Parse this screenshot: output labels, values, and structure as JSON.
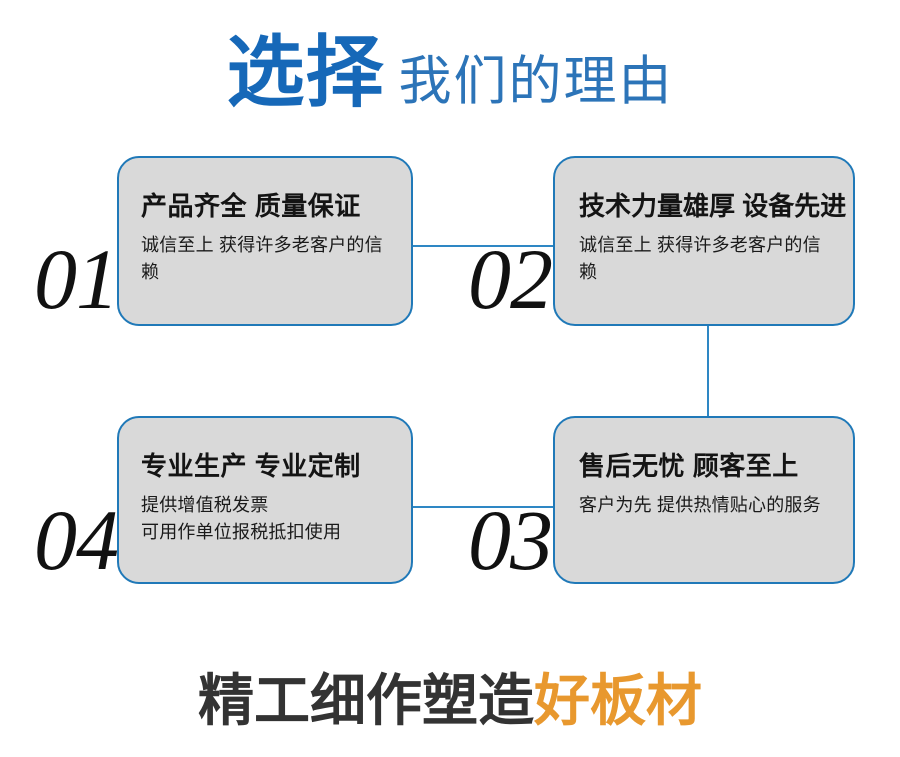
{
  "header": {
    "strong_text": "选择",
    "light_text": "我们的理由",
    "strong_color": "#1668B8",
    "light_color": "#2C74B8"
  },
  "cards": [
    {
      "number": "01",
      "title": "产品齐全 质量保证",
      "body": "诚信至上 获得许多老客户的信赖"
    },
    {
      "number": "02",
      "title": "技术力量雄厚 设备先进",
      "body": "诚信至上 获得许多老客户的信赖"
    },
    {
      "number": "03",
      "title": "售后无忧 顾客至上",
      "body": "客户为先 提供热情贴心的服务"
    },
    {
      "number": "04",
      "title": "专业生产 专业定制",
      "body": "提供增值税发票\n可用作单位报税抵扣使用"
    }
  ],
  "footer": {
    "dark_text": "精工细作塑造",
    "accent_text": "好板材",
    "dark_color": "#333333",
    "accent_color": "#E8982E"
  },
  "theme": {
    "card_fill": "#D9D9D9",
    "card_border": "#2079B8",
    "connector_color": "#2E87C4",
    "background": "#FFFFFF"
  }
}
